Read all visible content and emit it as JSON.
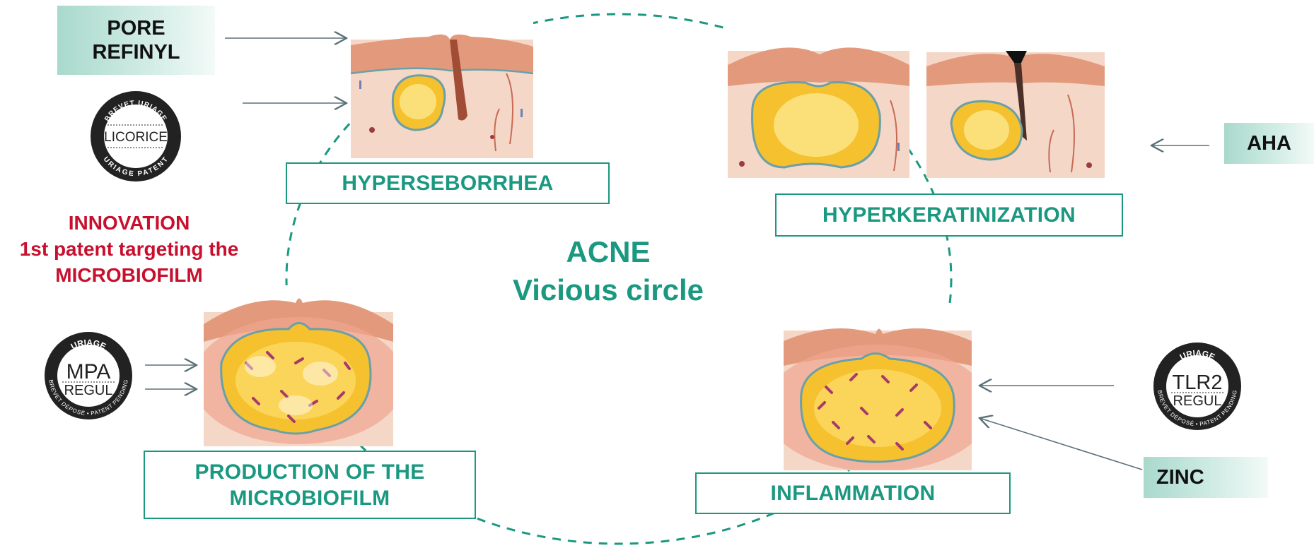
{
  "center": {
    "line1": "ACNE",
    "line2": "Vicious circle"
  },
  "stages": {
    "hyperseborrhea": "HYPERSEBORRHEA",
    "hyperkeratinization": "HYPERKERATINIZATION",
    "inflammation": "INFLAMMATION",
    "microbiofilm_line1": "PRODUCTION OF THE",
    "microbiofilm_line2": "MICROBIOFILM"
  },
  "ingredients": {
    "pore_refinyl_line1": "PORE",
    "pore_refinyl_line2": "REFINYL",
    "aha": "AHA",
    "zinc": "ZINC"
  },
  "innovation": {
    "line1": "INNOVATION",
    "line2": "1st patent targeting the",
    "line3": "MICROBIOFILM"
  },
  "seals": {
    "licorice": {
      "top": "BREVET URIAGE",
      "center": "LICORICE",
      "bottom": "URIAGE PATENT"
    },
    "mpa": {
      "top": "URIAGE",
      "center1": "MPA",
      "center2": "REGUL",
      "bottom": "BREVET DÉPOSÉ • PATENT PENDING"
    },
    "tlr2": {
      "top": "URIAGE",
      "center1": "TLR2",
      "center2": "REGUL",
      "bottom": "BREVET DÉPOSÉ • PATENT PENDING"
    }
  },
  "colors": {
    "teal": "#1a9880",
    "red": "#c8102e",
    "arrow": "#5b7079",
    "skin": "#f5d2c2",
    "sebum": "#f7c531"
  }
}
